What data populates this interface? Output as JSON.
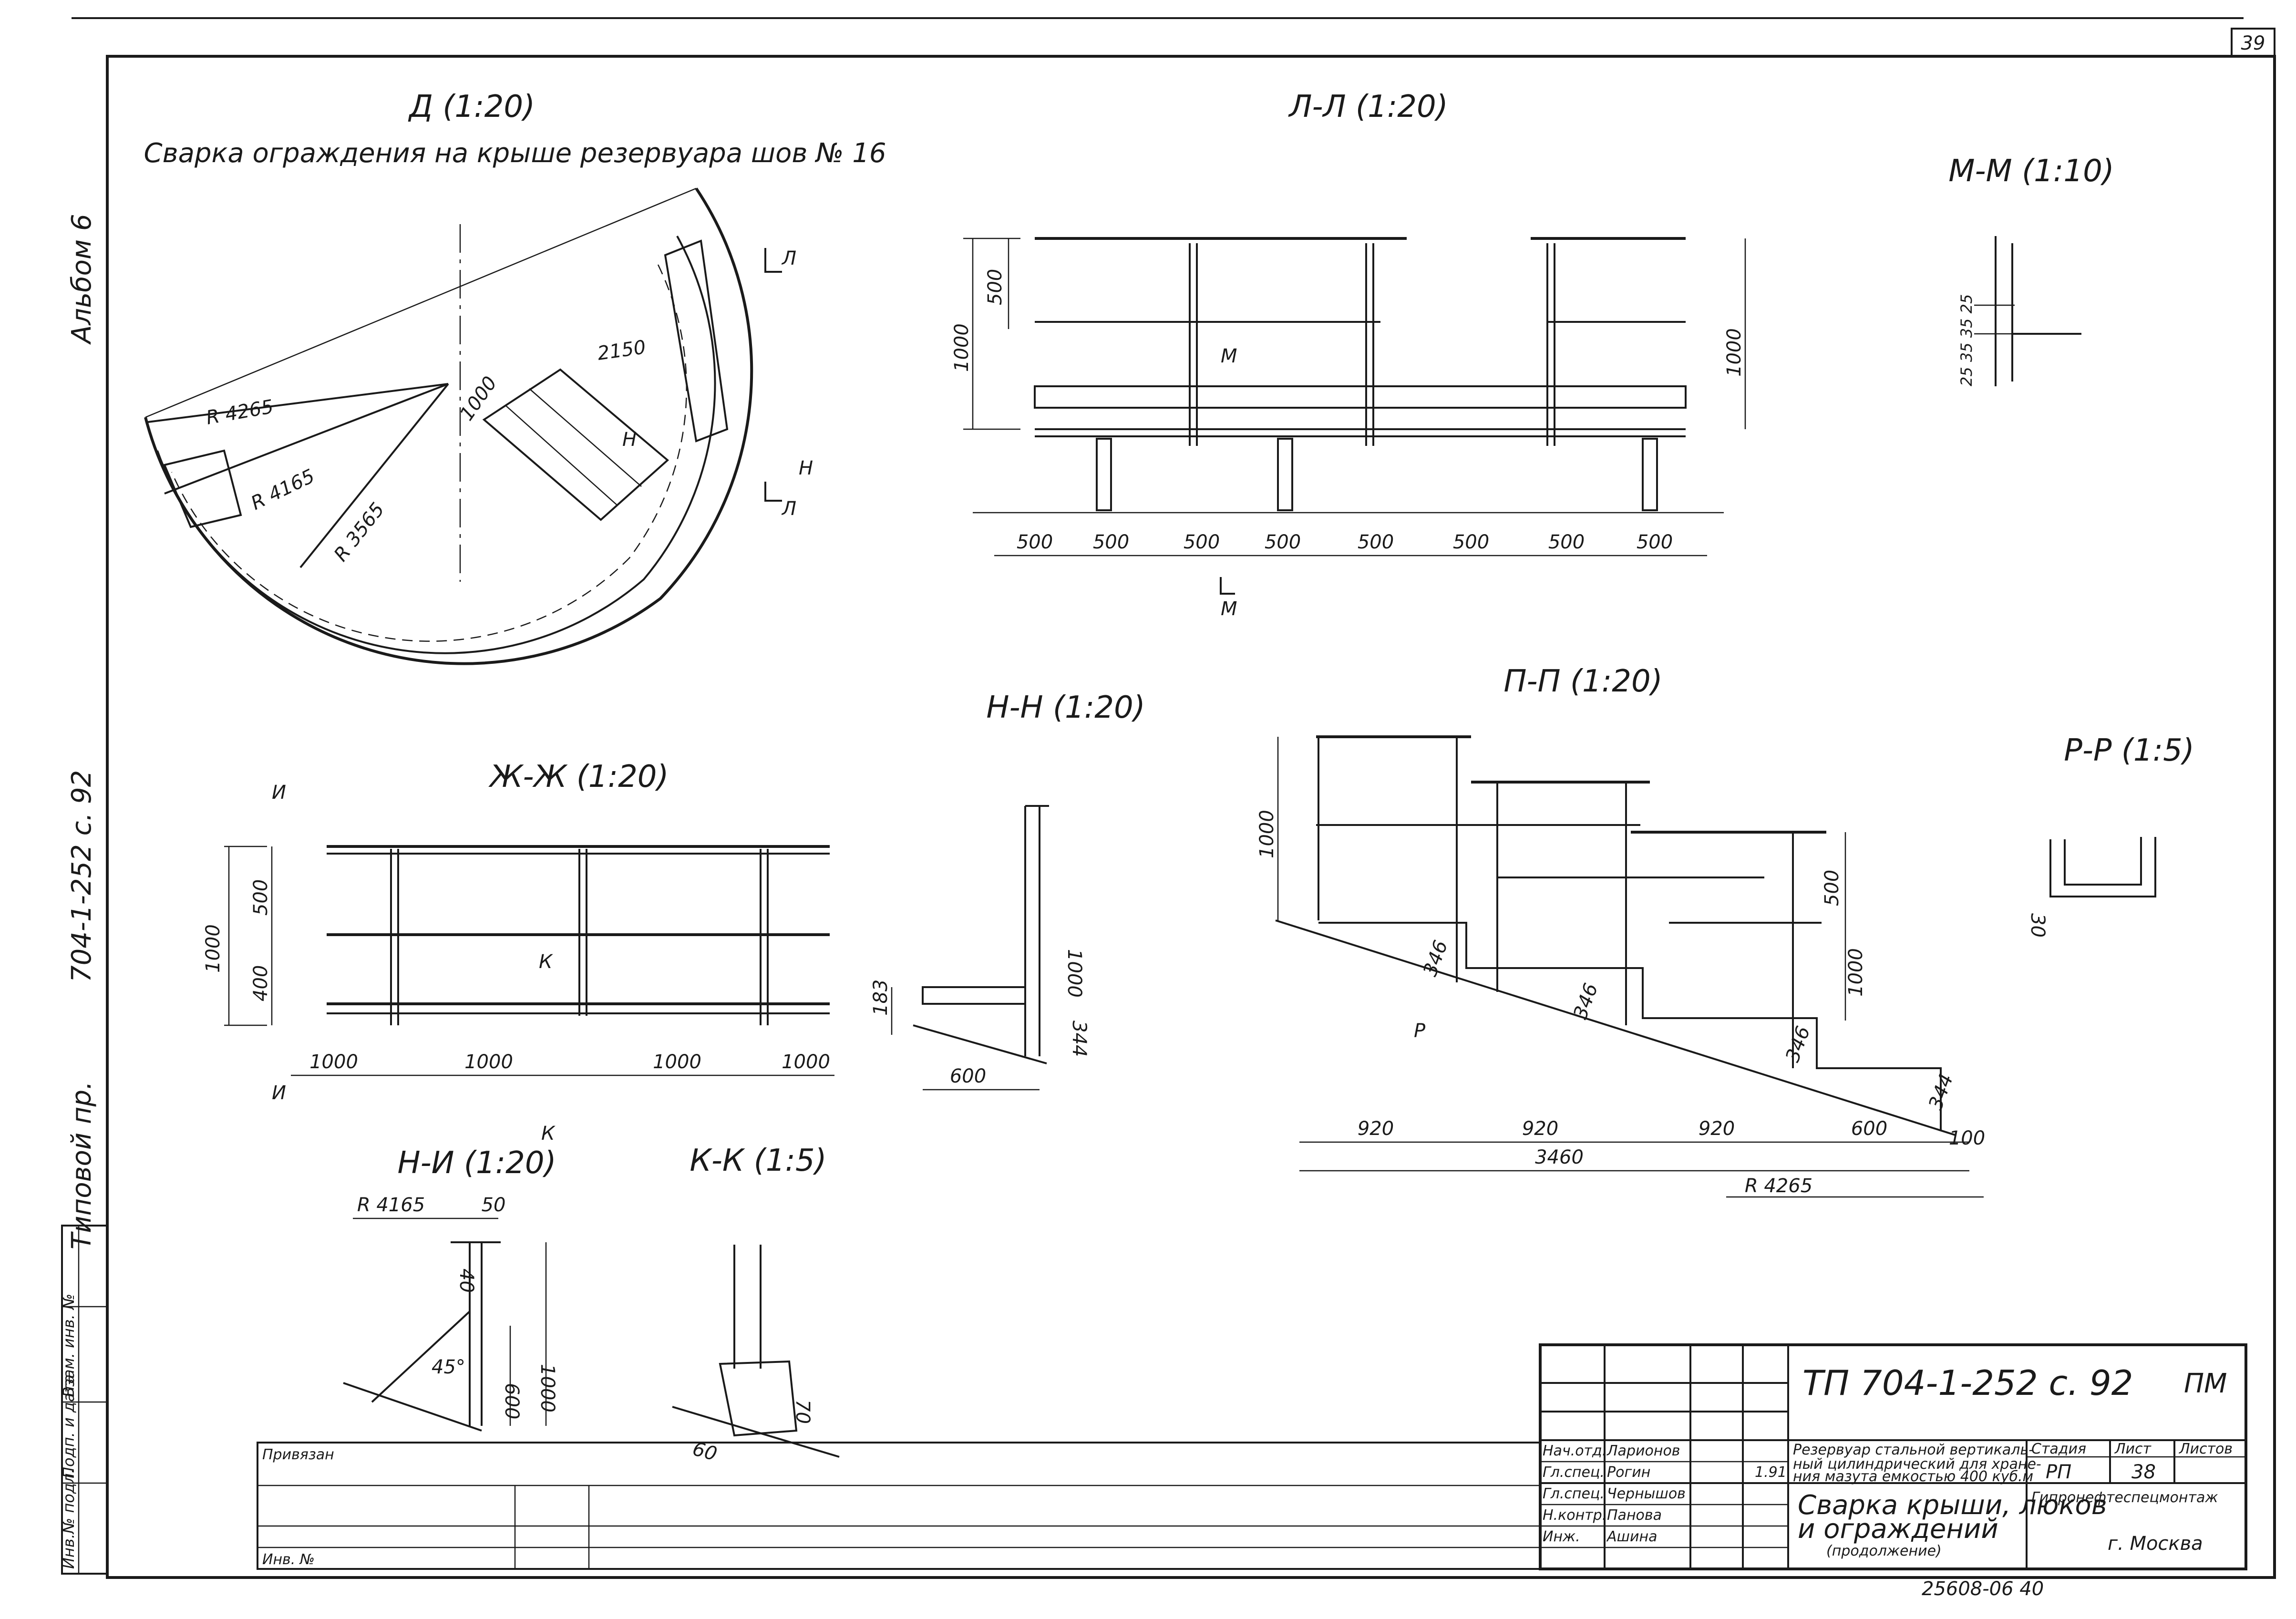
{
  "sheet": {
    "number": "39"
  },
  "margin": {
    "album": "Альбом 6",
    "project_code": "704-1-252 с. 92",
    "type": "Типовой пр.",
    "inv_original": "Инв.№ подл.",
    "sign_date": "Подп. и дата",
    "replaced": "Взам. инв. №"
  },
  "views": {
    "d": {
      "title": "Д (1:20)",
      "subtitle": "Сварка ограждения на крыше резервуара шов № 16",
      "radius_outer": "R 4265",
      "radius_mid": "R 4165",
      "radius_inner": "R 3565",
      "hatch_side": "1000",
      "hatch_length": "2150",
      "mark_h": "Н",
      "mark_l": "Л"
    },
    "ll": {
      "title": "Л-Л (1:20)",
      "h_total": "1000",
      "h_mid": "500",
      "spans": [
        "500",
        "500",
        "500",
        "500",
        "500",
        "500",
        "500",
        "500"
      ],
      "mark_m": "М"
    },
    "mm": {
      "title": "М-М (1:10)",
      "dims": "25 35 35 25"
    },
    "zhzh": {
      "title": "Ж-Ж (1:20)",
      "h_total": "1000",
      "h_top": "500",
      "h_bottom": "400",
      "spans": [
        "1000",
        "1000",
        "1000",
        "1000"
      ],
      "mark_i": "И",
      "mark_k": "К"
    },
    "nn": {
      "title": "Н-Н (1:20)",
      "dim_183": "183",
      "h_total": "1000",
      "dim_344": "344",
      "dim_600": "600"
    },
    "pp": {
      "title": "П-П (1:20)",
      "h_total": "1000",
      "h_mid": "500",
      "rise": "346",
      "dim_344": "344",
      "mark_r": "Р",
      "steps": [
        "920",
        "920",
        "920",
        "600"
      ],
      "dim_100": "100",
      "total": "3460",
      "radius": "R 4265"
    },
    "rr": {
      "title": "Р-Р (1:5)",
      "dim": "30"
    },
    "ni": {
      "title": "Н-И (1:20)",
      "radius": "R 4165",
      "dim_50": "50",
      "h_total": "1000",
      "dim_600": "600",
      "dim_40": "40",
      "angle": "45°"
    },
    "kk": {
      "title": "К-К (1:5)",
      "dim_70": "70",
      "dim_60": "60"
    }
  },
  "title_block": {
    "code": "ТП 704-1-252 с. 92",
    "mark": "ПМ",
    "desc": [
      "Резервуар стальной вертикаль-",
      "ный цилиндрический для хране-",
      "ния мазута емкостью 400 куб.м"
    ],
    "stage_label": "Стадия",
    "sheet_label": "Лист",
    "sheets_label": "Листов",
    "stage": "РП",
    "sheet": "38",
    "name": [
      "Сварка крыши, люков",
      "и ограждений",
      "(продолжение)"
    ],
    "organization": "Гипронефтеспецмонтаж",
    "city": "г. Москва",
    "roles": [
      {
        "role": "Нач.отд.",
        "name": "Ларионов"
      },
      {
        "role": "Гл.спец.",
        "name": "Рогин"
      },
      {
        "role": "Гл.спец.",
        "name": "Чернышов"
      },
      {
        "role": "Н.контр.",
        "name": "Панова"
      },
      {
        "role": "Инж.",
        "name": "Ашина"
      }
    ],
    "date": "1.91",
    "binding": "Привязан",
    "inventory": "Инв. №",
    "archive": "25608-06  40"
  }
}
